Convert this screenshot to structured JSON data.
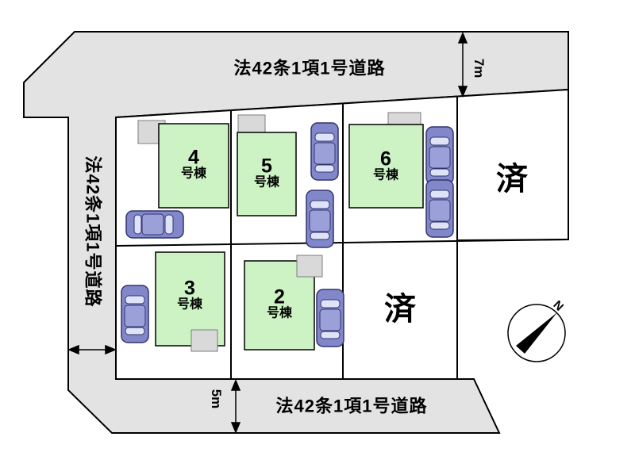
{
  "plan": {
    "roads": {
      "top": {
        "name": "法42条1項1号道路",
        "width": "7m"
      },
      "left": {
        "name": "法42条1項1号道路"
      },
      "bottom": {
        "name": "法42条1項1号道路",
        "width": "5m"
      }
    },
    "buildings": [
      {
        "number": "4",
        "type": "号棟"
      },
      {
        "number": "5",
        "type": "号棟"
      },
      {
        "number": "6",
        "type": "号棟"
      },
      {
        "number": "3",
        "type": "号棟"
      },
      {
        "number": "2",
        "type": "号棟"
      }
    ],
    "sold": {
      "top_right": "済",
      "bottom": "済"
    },
    "compass": {
      "label": "N"
    },
    "colors": {
      "road": "#e3e3e3",
      "building": "#cdf3c4",
      "porch": "#d9d9d9",
      "car_body": "#8287c9",
      "car_outline": "#30356f",
      "line": "#000000"
    }
  }
}
